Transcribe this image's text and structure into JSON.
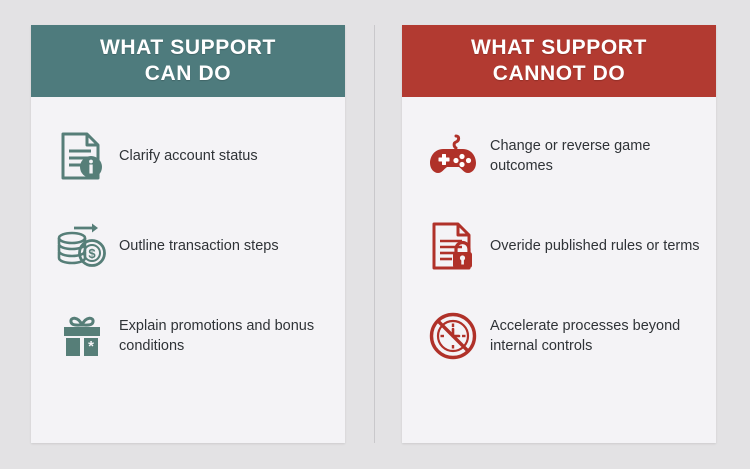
{
  "background_color": "#e3e2e4",
  "panels": [
    {
      "id": "can-do",
      "accent_color": "#4e7b7d",
      "header": {
        "line1": "WHAT SUPPORT",
        "line2": "CAN DO"
      },
      "items": [
        {
          "icon": "document-info-icon",
          "label": "Clarify account status"
        },
        {
          "icon": "coins-transfer-icon",
          "label": "Outline transaction steps"
        },
        {
          "icon": "gift-star-icon",
          "label": "Explain promotions and bonus conditions"
        }
      ]
    },
    {
      "id": "cannot-do",
      "accent_color": "#b23a31",
      "header": {
        "line1": "WHAT SUPPORT",
        "line2": "CANNOT DO"
      },
      "items": [
        {
          "icon": "gamepad-icon",
          "label": "Change or reverse game outcomes"
        },
        {
          "icon": "document-lock-icon",
          "label": "Overide published rules or terms"
        },
        {
          "icon": "no-clock-icon",
          "label": "Accelerate processes beyond internal controls"
        }
      ]
    }
  ]
}
